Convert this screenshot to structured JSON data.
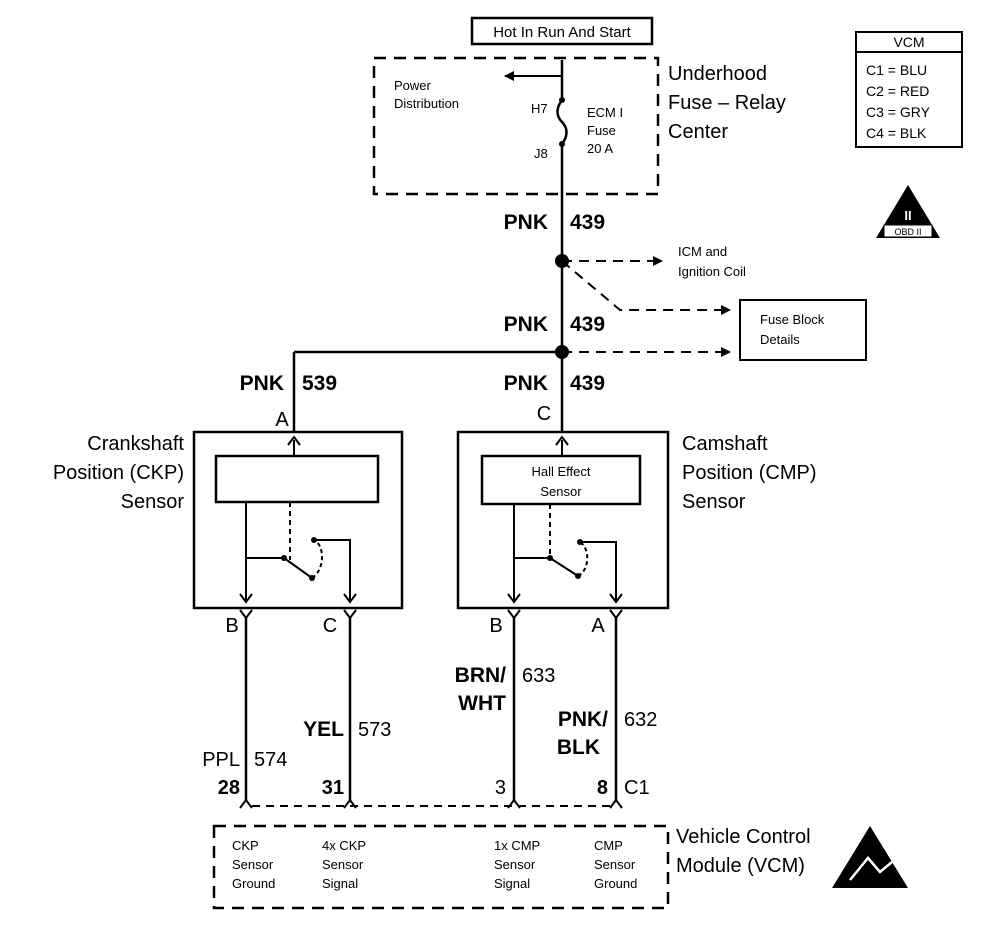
{
  "header_box": "Hot In Run And Start",
  "vcm_legend": {
    "title": "VCM",
    "rows": [
      "C1 = BLU",
      "C2 = RED",
      "C3 = GRY",
      "C4 = BLK"
    ]
  },
  "obd_badge": {
    "top": "II",
    "bottom": "OBD II"
  },
  "fuse_relay_center": {
    "line1": "Underhood",
    "line2": "Fuse – Relay",
    "line3": "Center",
    "power_dist_1": "Power",
    "power_dist_2": "Distribution",
    "fuse_top_pin": "H7",
    "fuse_bottom_pin": "J8",
    "fuse_line1": "ECM I",
    "fuse_line2": "Fuse",
    "fuse_line3": "20 A"
  },
  "wires": {
    "pnk_439_a": {
      "color": "PNK",
      "circuit": "439"
    },
    "pnk_439_b": {
      "color": "PNK",
      "circuit": "439"
    },
    "pnk_539": {
      "color": "PNK",
      "circuit": "539"
    },
    "pnk_439_c": {
      "color": "PNK",
      "circuit": "439"
    },
    "ppl_574": {
      "color": "PPL",
      "circuit": "574"
    },
    "yel_573": {
      "color": "YEL",
      "circuit": "573"
    },
    "brn_wht_633": {
      "color1": "BRN/",
      "color2": "WHT",
      "circuit": "633"
    },
    "pnk_blk_632": {
      "color1": "PNK/",
      "color2": "BLK",
      "circuit": "632"
    }
  },
  "refs": {
    "icm_1": "ICM and",
    "icm_2": "Ignition Coil",
    "fuse_block_1": "Fuse Block",
    "fuse_block_2": "Details"
  },
  "ckp_sensor": {
    "line1": "Crankshaft",
    "line2": "Position (CKP)",
    "line3": "Sensor",
    "pin_top": "A",
    "pin_left": "B",
    "pin_right": "C"
  },
  "cmp_sensor": {
    "line1": "Camshaft",
    "line2": "Position (CMP)",
    "line3": "Sensor",
    "element_1": "Hall Effect",
    "element_2": "Sensor",
    "pin_top": "C",
    "pin_left": "B",
    "pin_right": "A"
  },
  "vcm": {
    "line1": "Vehicle Control",
    "line2": "Module (VCM)",
    "connector": "C1",
    "pins": [
      "28",
      "31",
      "3",
      "8"
    ],
    "terminals": [
      {
        "l1": "CKP",
        "l2": "Sensor",
        "l3": "Ground"
      },
      {
        "l1": "4x CKP",
        "l2": "Sensor",
        "l3": "Signal"
      },
      {
        "l1": "1x CMP",
        "l2": "Sensor",
        "l3": "Signal"
      },
      {
        "l1": "CMP",
        "l2": "Sensor",
        "l3": "Ground"
      }
    ]
  }
}
